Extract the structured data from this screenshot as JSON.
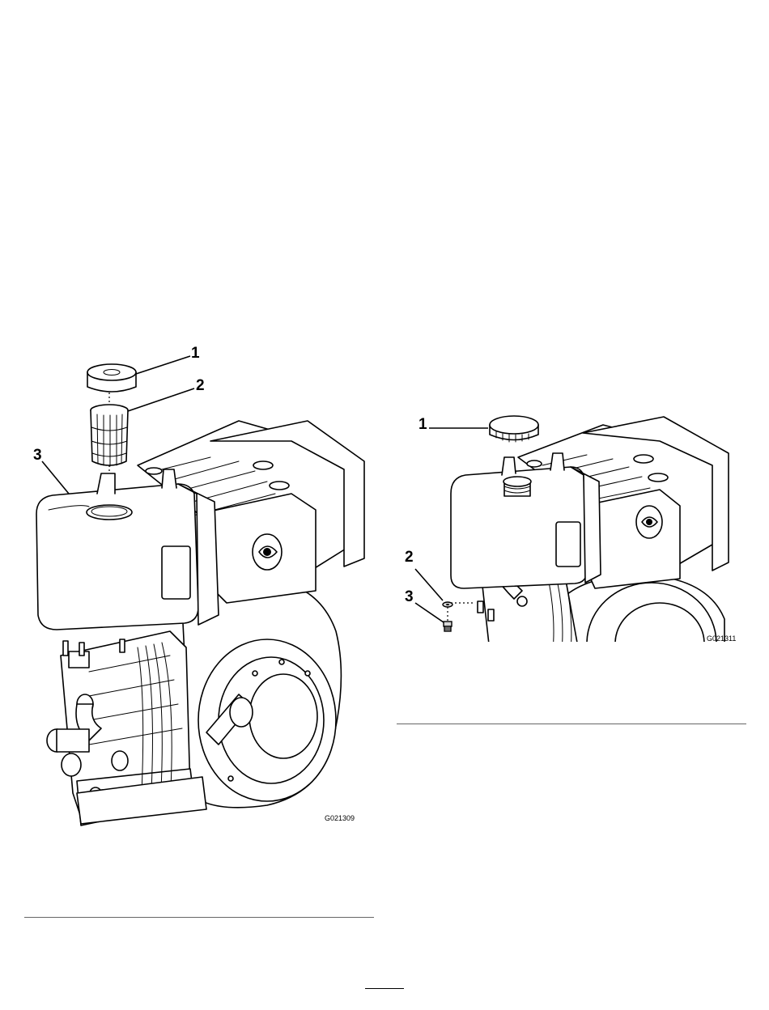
{
  "figures": [
    {
      "figure_id": "G021309",
      "callouts": [
        "1",
        "2",
        "3"
      ],
      "parts_shown": [
        "fuel-cap",
        "fuel-strainer",
        "fuel-tank",
        "engine"
      ]
    },
    {
      "figure_id": "G021311",
      "callouts": [
        "1",
        "2",
        "3"
      ],
      "parts_shown": [
        "fuel-cap",
        "drain-washer",
        "drain-plug",
        "fuel-tank",
        "engine"
      ]
    }
  ]
}
